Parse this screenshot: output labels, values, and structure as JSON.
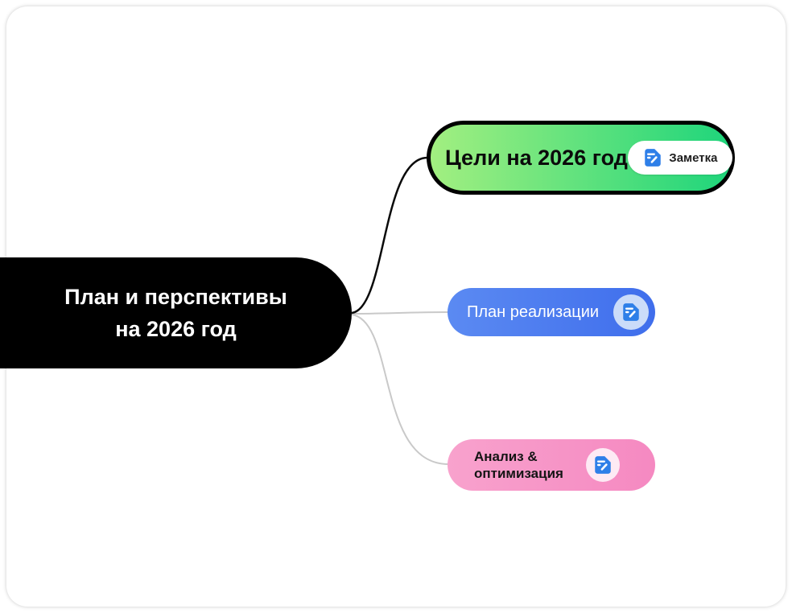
{
  "canvas": {
    "background": "#ffffff"
  },
  "mindmap": {
    "root": {
      "line1": "План и перспективы",
      "line2": "на 2026 год",
      "bg_color": "#000000",
      "text_color": "#ffffff"
    },
    "nodes": {
      "goals": {
        "label": "Цели на 2026 год",
        "badge_label": "Заметка",
        "gradient_from": "#a2ef80",
        "gradient_to": "#1ed57b",
        "border_color": "#000000",
        "selected": true
      },
      "plan": {
        "label": "План реализации",
        "gradient_from": "#5b8af2",
        "gradient_to": "#3f6eec",
        "icon": "note-icon"
      },
      "analysis": {
        "line1": "Анализ &",
        "line2": "оптимизация",
        "gradient_from": "#f8a2cd",
        "gradient_to": "#f589c1",
        "icon": "note-icon"
      }
    },
    "colors": {
      "note_icon_blue": "#2e7fe8",
      "badge_bg": "#ffffff",
      "connector_selected": "#0a0a0a",
      "connector_default": "#c9c9c9"
    }
  }
}
